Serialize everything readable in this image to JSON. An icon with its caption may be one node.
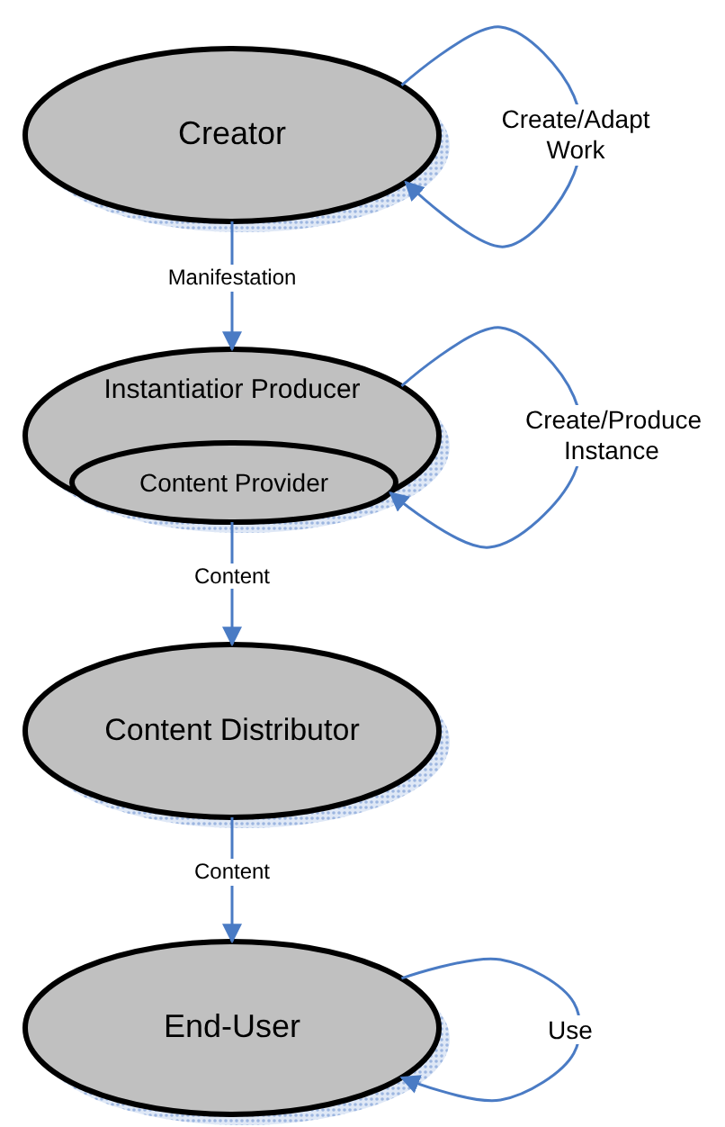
{
  "diagram": {
    "nodes": [
      {
        "text": [
          "Creator"
        ]
      },
      {
        "text": [
          "Instantiatior Producer"
        ]
      },
      {
        "text": [
          "Content Provider"
        ],
        "in": 1
      },
      {
        "text": [
          "Content Distributor"
        ]
      },
      {
        "text": [
          "End-User"
        ]
      }
    ],
    "edges": [
      {
        "from": 0,
        "to": 0,
        "arrow": "to",
        "label": "Create/Adapt Work"
      },
      {
        "from": 0,
        "to": 1,
        "arrow": "to",
        "label": "Manifestation"
      },
      {
        "from": 1,
        "to": 2,
        "arrow": "to",
        "label": "Create/Produce Instance"
      },
      {
        "from": 1,
        "to": 3,
        "arrow": "to",
        "label": "Content"
      },
      {
        "from": 3,
        "to": 4,
        "arrow": "to",
        "label": "Content"
      },
      {
        "from": 4,
        "to": 4,
        "arrow": "to",
        "label": "Use"
      }
    ]
  }
}
